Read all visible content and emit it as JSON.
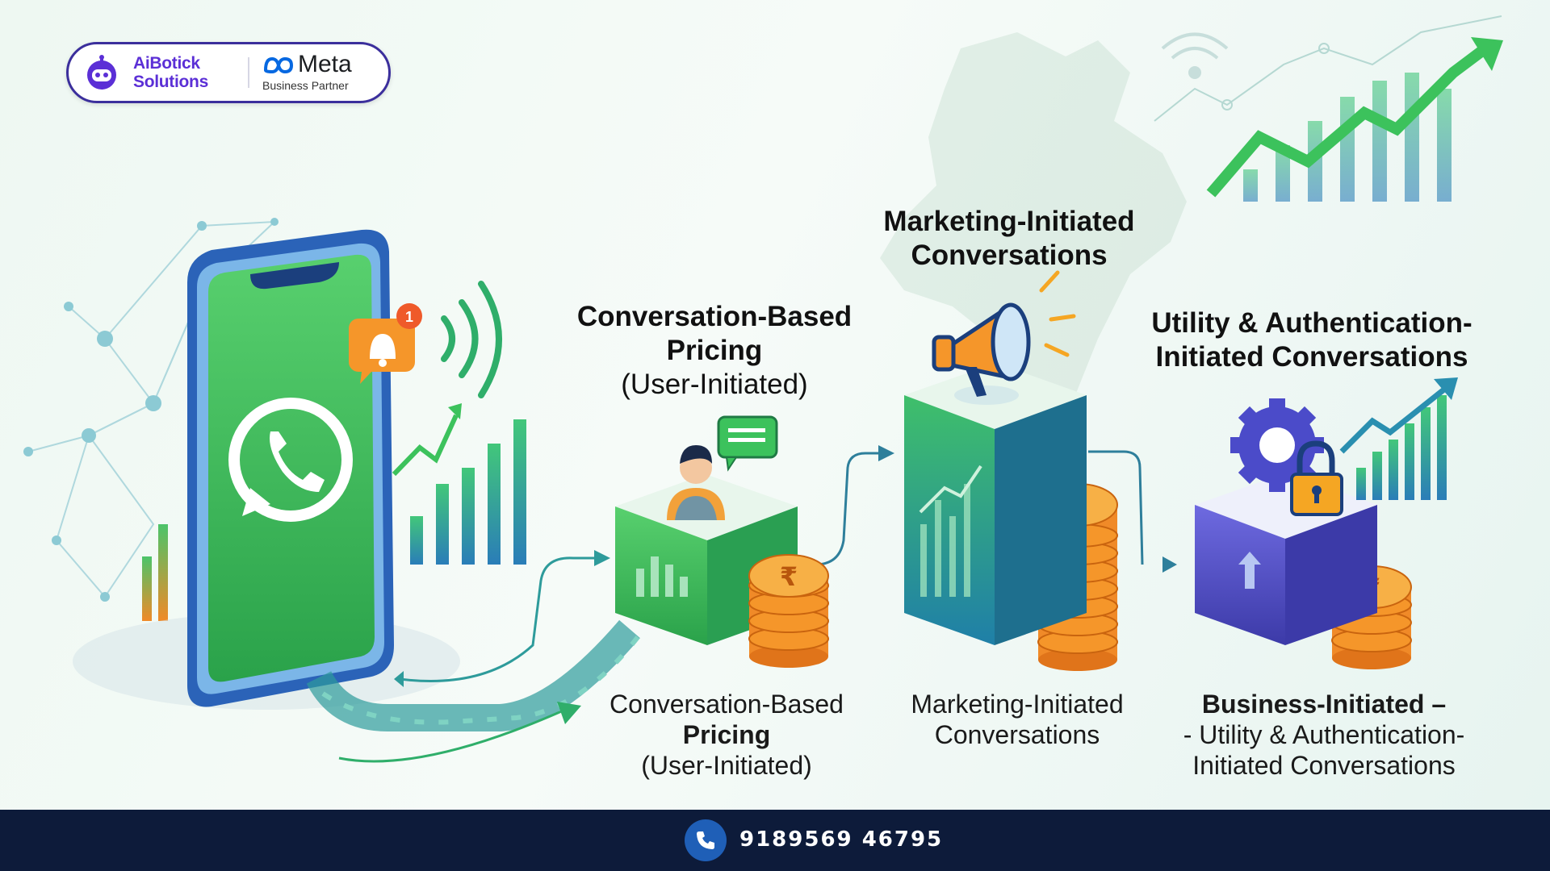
{
  "brand": {
    "name_line1": "AiBotick",
    "name_line2": "Solutions",
    "partner_word": "Meta",
    "partner_sub": "Business Partner"
  },
  "sections": {
    "conversation": {
      "title_line1": "Conversation-Based",
      "title_line2": "Pricing",
      "title_line3": "(User-Initiated)",
      "caption_line1": "Conversation-Based",
      "caption_line2": "Pricing",
      "caption_line3": "(User-Initiated)"
    },
    "marketing": {
      "title_line1": "Marketing-Initiated",
      "title_line2": "Conversations",
      "caption_line1": "Marketing-Initiated",
      "caption_line2": "Conversations"
    },
    "utility": {
      "title_line1": "Utility & Authentication-",
      "title_line2": "Initiated Conversations",
      "caption_line1": "Business-Initiated –",
      "caption_line2": "- Utility & Authentication-",
      "caption_line3": "Initiated Conversations"
    }
  },
  "icons": {
    "phone": "whatsapp-phone-illustration",
    "notification": "bell-icon",
    "signal": "wifi-signal-icon",
    "user_block": "user-chat-icon",
    "marketing_block": "megaphone-icon",
    "utility_block": "gear-lock-icon",
    "coins": "rupee-coin-icon",
    "growth": "growth-arrow-icon"
  },
  "footer": {
    "phone": "9189569 46795"
  },
  "colors": {
    "green": "#3cc25c",
    "brand_purple": "#5b2fd6",
    "footer_bg": "#0d1b3a",
    "coin": "#f5962a",
    "block_purple": "#5f5fd1"
  }
}
